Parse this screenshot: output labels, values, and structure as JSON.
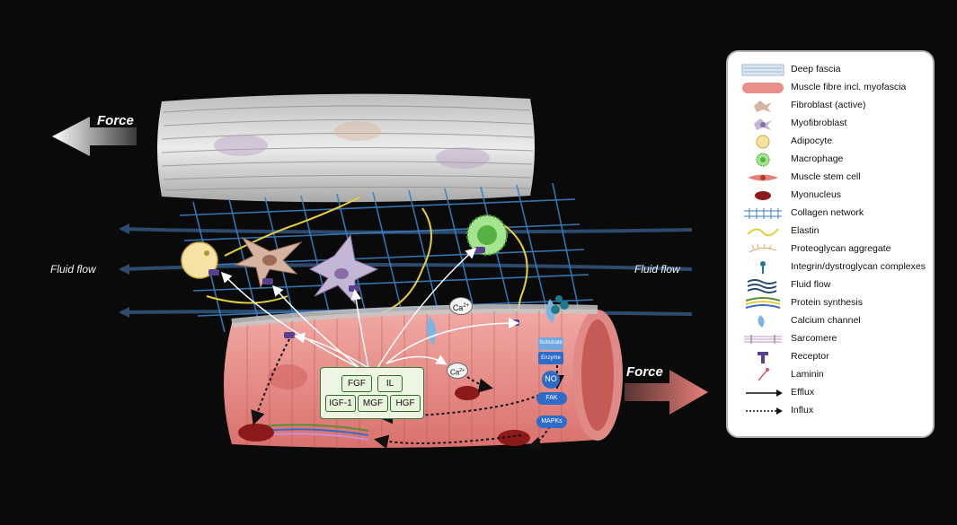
{
  "labels": {
    "force_left": "Force",
    "force_right": "Force",
    "fluid_flow_left": "Fluid flow",
    "fluid_flow_right": "Fluid flow"
  },
  "growth_factors": [
    "FGF",
    "IL",
    "IGF-1",
    "MGF",
    "HGF"
  ],
  "signaling": {
    "calcium_1": "Ca",
    "calcium_2": "Ca",
    "calcium_sup": "2+",
    "substrate": "Substrate",
    "enzyme": "Enzyme",
    "no": "NO",
    "fak": "FAK",
    "mapks": "MAPKs"
  },
  "legend": [
    {
      "label": "Deep fascia",
      "icon": "deep-fascia-icon"
    },
    {
      "label": "Muscle fibre incl. myofascia",
      "icon": "muscle-fibre-icon"
    },
    {
      "label": "Fibroblast (active)",
      "icon": "fibroblast-icon"
    },
    {
      "label": "Myofibroblast",
      "icon": "myofibroblast-icon"
    },
    {
      "label": "Adipocyte",
      "icon": "adipocyte-icon"
    },
    {
      "label": "Macrophage",
      "icon": "macrophage-icon"
    },
    {
      "label": "Muscle stem cell",
      "icon": "muscle-stem-cell-icon"
    },
    {
      "label": "Myonucleus",
      "icon": "myonucleus-icon"
    },
    {
      "label": "Collagen network",
      "icon": "collagen-network-icon"
    },
    {
      "label": "Elastin",
      "icon": "elastin-icon"
    },
    {
      "label": "Proteoglycan aggregate",
      "icon": "proteoglycan-icon"
    },
    {
      "label": "Integrin/dystroglycan complexes",
      "icon": "integrin-icon"
    },
    {
      "label": "Fluid flow",
      "icon": "fluid-flow-icon"
    },
    {
      "label": "Protein synthesis",
      "icon": "protein-synthesis-icon"
    },
    {
      "label": "Calcium channel",
      "icon": "calcium-channel-icon"
    },
    {
      "label": "Sarcomere",
      "icon": "sarcomere-icon"
    },
    {
      "label": "Receptor",
      "icon": "receptor-icon"
    },
    {
      "label": "Laminin",
      "icon": "laminin-icon"
    },
    {
      "label": "Efflux",
      "icon": "efflux-arrow-icon"
    },
    {
      "label": "Influx",
      "icon": "influx-arrow-icon"
    }
  ],
  "colors": {
    "background": "#0a0a0a",
    "muscle": "#e88f8a",
    "collagen": "#3a7fc1",
    "fluid_flow": "#2b4a6e",
    "force_right_arrow": "#e8807a",
    "growth_factor_box": "#e8f2dc",
    "signal_blue": "#2f6bc9"
  }
}
